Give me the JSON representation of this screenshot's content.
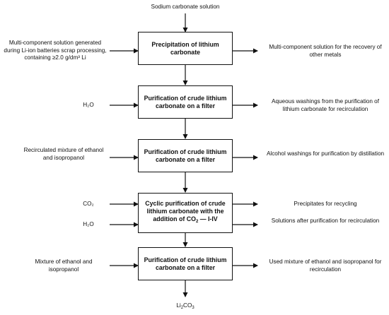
{
  "top_input": "Sodium carbonate solution",
  "steps": [
    {
      "label": "Precipitation of lithium carbonate"
    },
    {
      "label": "Purification of crude lithium carbonate on a filter"
    },
    {
      "label": "Purification of crude lithium carbonate on a filter"
    },
    {
      "label_a": "Cyclic purification of crude lithium carbonate with the addition of CO",
      "label_sub": "2",
      "label_b": " — I-IV"
    },
    {
      "label": "Purification of crude lithium carbonate on a filter"
    }
  ],
  "inputs": {
    "feed": "Multi-component solution generated during Li-ion batteries scrap processing, containing ≥2.0 g/dm³ Li",
    "water_1": "H₂O",
    "alcohol_recirc": "Recirculated mixture of ethanol and isopropanol",
    "co2": "CO₂",
    "water_2": "H₂O",
    "alcohol_mix": "Mixture of ethanol and isopropanol"
  },
  "outputs": {
    "multi_component": "Multi-component solution for the recovery of other metals",
    "aqueous_washings": "Aqueous washings from the purification of lithium carbonate for recirculation",
    "alcohol_washings": "Alcohol washings for purification by distillation",
    "precipitates": "Precipitates for recycling",
    "solutions_after": "Solutions after purification for recirculation",
    "used_mixture": "Used mixture of ethanol and isopropanol for recirculation"
  },
  "product": {
    "main": "Li",
    "sub1": "2",
    "mid": "CO",
    "sub2": "3"
  }
}
